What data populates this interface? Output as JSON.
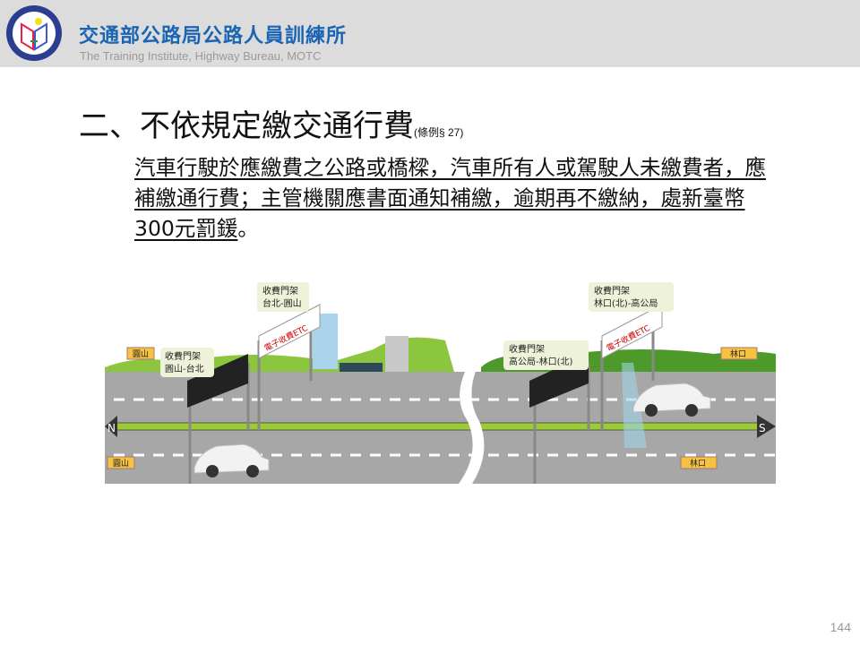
{
  "header": {
    "org_name": "交通部公路局公路人員訓練所",
    "org_name_en": "The Training Institute, Highway Bureau,  MOTC"
  },
  "slide": {
    "title": "二、不依規定繳交通行費",
    "title_ref": "(條例§ 27)",
    "body_underlined": "汽車行駛於應繳費之公路或橋樑，汽車所有人或駕駛人未繳費者，應補繳通行費；主管機關應書面通知補繳，逾期再不繳納，處新臺幣300元罰鍰",
    "body_tail": "。"
  },
  "illustration": {
    "gantries": [
      {
        "line1": "收費門架",
        "line2": "台北-圓山"
      },
      {
        "line1": "收費門架",
        "line2": "圓山-台北"
      },
      {
        "line1": "收費門架",
        "line2": "林口(北)-高公局"
      },
      {
        "line1": "收費門架",
        "line2": "高公局-林口(北)"
      }
    ],
    "signs": {
      "yuanshan": "圓山",
      "linkou": "林口"
    },
    "gantry_text": "電子收費ETC",
    "north": "N",
    "south": "S"
  },
  "page_number": "144"
}
